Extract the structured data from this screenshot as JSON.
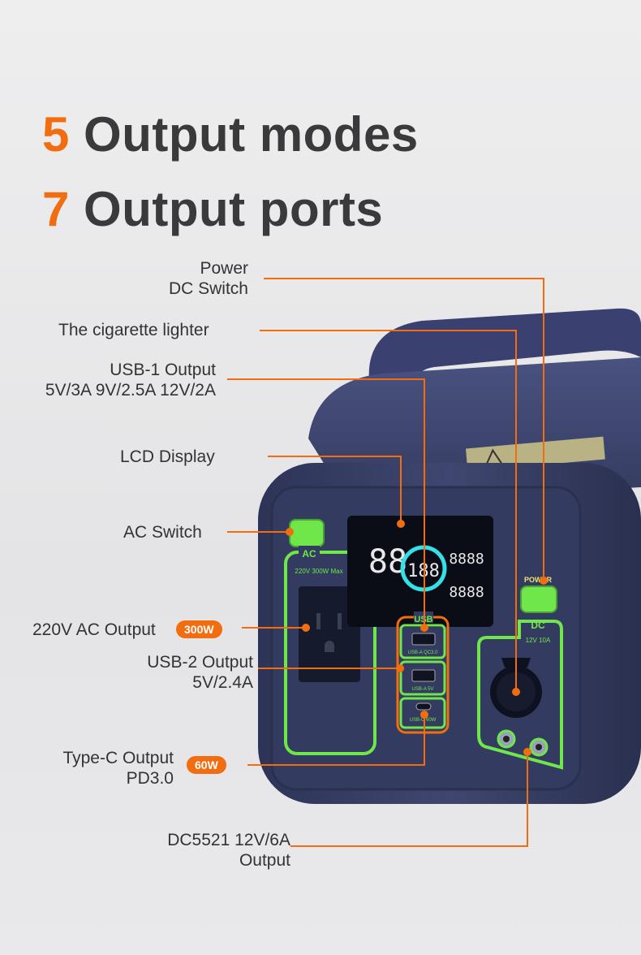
{
  "headline": {
    "line1_num": "5",
    "line1_text": "Output modes",
    "line2_num": "7",
    "line2_text": "Output ports"
  },
  "callouts": {
    "power_dc_switch": [
      "Power",
      "DC Switch"
    ],
    "cigarette_lighter": "The cigarette lighter",
    "usb1": [
      "USB-1 Output",
      "5V/3A 9V/2.5A 12V/2A"
    ],
    "lcd": "LCD Display",
    "ac_switch": "AC Switch",
    "ac_output": "220V AC Output",
    "ac_output_badge": "300W",
    "usb2": [
      "USB-2 Output",
      "5V/2.4A"
    ],
    "typec": [
      "Type-C Output",
      "PD3.0"
    ],
    "typec_badge": "60W",
    "dc5521": [
      "DC5521 12V/6A",
      "Output"
    ]
  },
  "device": {
    "ac_panel_label": "AC",
    "ac_panel_sub": "220V 300W Max",
    "usb_panel_label": "USB",
    "usb_a1": "USB-A QC3.0",
    "usb_a2": "USB-A 5V",
    "usb_c": "USB-C 60W",
    "power_label": "POWER",
    "dc_panel_label": "DC",
    "dc_panel_sub": "12V 10A",
    "lcd_digits_left": "88",
    "lcd_digits_ring": "188",
    "lcd_digits_right1": "8888",
    "lcd_digits_right2": "8888"
  },
  "colors": {
    "accent": "#f26d0f",
    "heading": "#3a3a3c",
    "body": "#3b4366",
    "green": "#6fe64a",
    "lcd_cyan": "#35e0e6"
  }
}
